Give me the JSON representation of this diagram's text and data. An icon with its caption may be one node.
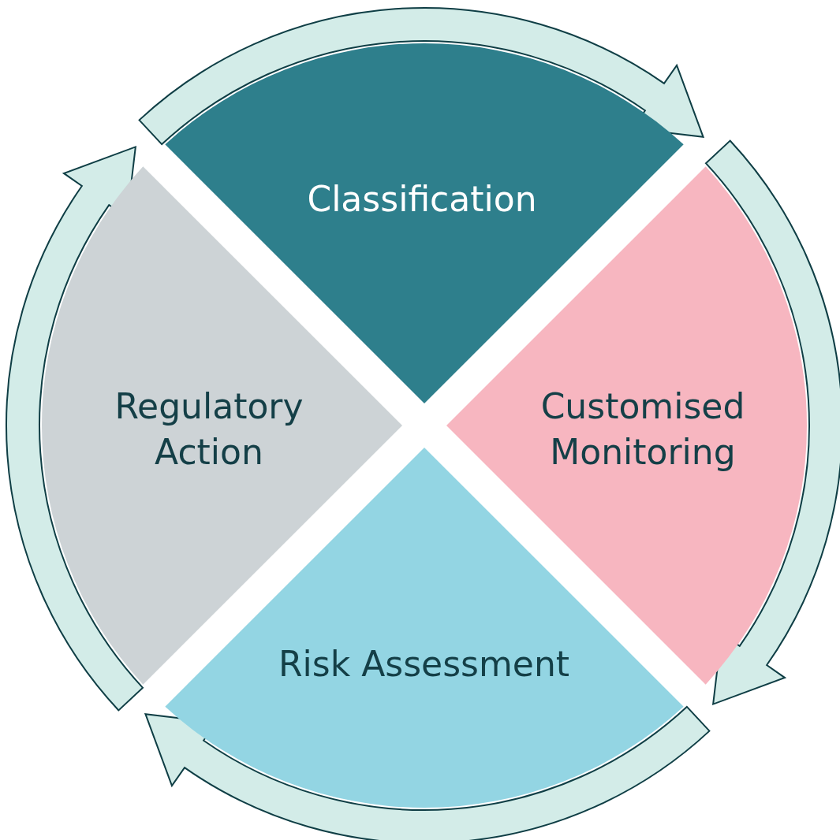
{
  "diagram": {
    "nodes": [
      {
        "text": [
          "Classification"
        ]
      },
      {
        "text": [
          "Customised Monitoring"
        ]
      },
      {
        "text": [
          "Risk Assessment"
        ]
      },
      {
        "text": [
          "Regulatory Action"
        ]
      }
    ],
    "edges": [
      {
        "from": 0,
        "to": 1,
        "arrow": "to"
      },
      {
        "from": 1,
        "to": 2,
        "arrow": "to"
      },
      {
        "from": 2,
        "to": 3,
        "arrow": "to"
      },
      {
        "from": 3,
        "to": 0,
        "arrow": "to"
      }
    ]
  }
}
